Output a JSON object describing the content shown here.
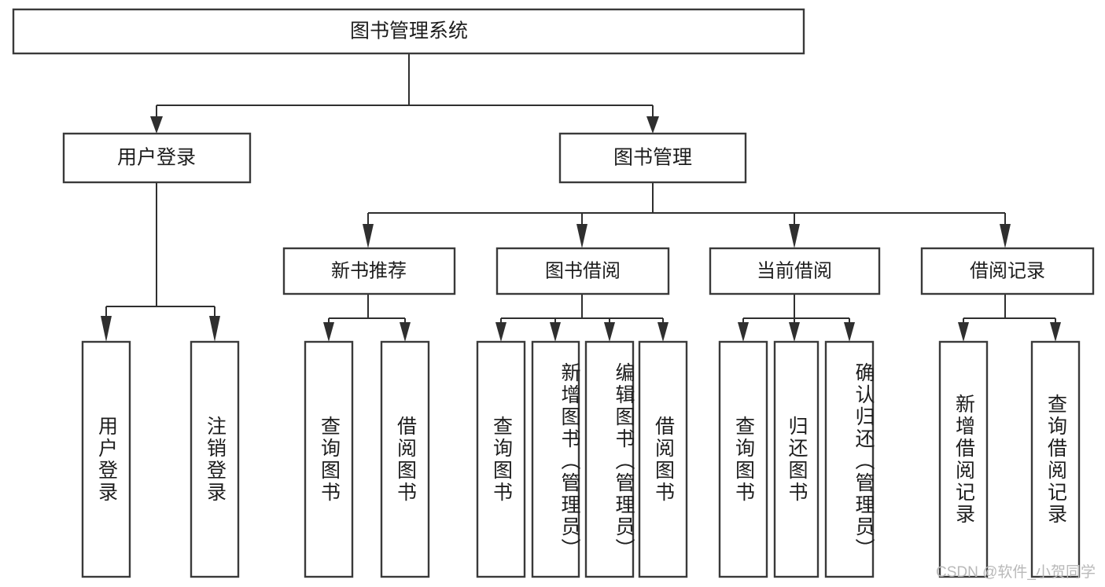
{
  "diagram": {
    "type": "tree",
    "title": "图书管理系统",
    "levels": [
      {
        "level": 1,
        "nodes": [
          {
            "id": "root",
            "label": "图书管理系统",
            "orientation": "horizontal"
          }
        ]
      },
      {
        "level": 2,
        "nodes": [
          {
            "id": "user-login",
            "label": "用户登录",
            "orientation": "horizontal",
            "parent": "root"
          },
          {
            "id": "book-manage",
            "label": "图书管理",
            "orientation": "horizontal",
            "parent": "root"
          }
        ]
      },
      {
        "level": 3,
        "nodes": [
          {
            "id": "new-book-rec",
            "label": "新书推荐",
            "orientation": "horizontal",
            "parent": "book-manage"
          },
          {
            "id": "book-borrow",
            "label": "图书借阅",
            "orientation": "horizontal",
            "parent": "book-manage"
          },
          {
            "id": "current-borrow",
            "label": "当前借阅",
            "orientation": "horizontal",
            "parent": "book-manage"
          },
          {
            "id": "borrow-record",
            "label": "借阅记录",
            "orientation": "horizontal",
            "parent": "book-manage"
          }
        ]
      },
      {
        "level": 4,
        "nodes": [
          {
            "id": "leaf-user-login",
            "label": "用户登录",
            "orientation": "vertical",
            "parent": "user-login"
          },
          {
            "id": "leaf-logout",
            "label": "注销登录",
            "orientation": "vertical",
            "parent": "user-login"
          },
          {
            "id": "leaf-query-book-1",
            "label": "查询图书",
            "orientation": "vertical",
            "parent": "new-book-rec"
          },
          {
            "id": "leaf-borrow-book-1",
            "label": "借阅图书",
            "orientation": "vertical",
            "parent": "new-book-rec"
          },
          {
            "id": "leaf-query-book-2",
            "label": "查询图书",
            "orientation": "vertical",
            "parent": "book-borrow"
          },
          {
            "id": "leaf-add-book",
            "label": "新增图书（管理员）",
            "orientation": "vertical",
            "parent": "book-borrow"
          },
          {
            "id": "leaf-edit-book",
            "label": "编辑图书（管理员）",
            "orientation": "vertical",
            "parent": "book-borrow"
          },
          {
            "id": "leaf-borrow-book-2",
            "label": "借阅图书",
            "orientation": "vertical",
            "parent": "book-borrow"
          },
          {
            "id": "leaf-query-book-3",
            "label": "查询图书",
            "orientation": "vertical",
            "parent": "current-borrow"
          },
          {
            "id": "leaf-return-book",
            "label": "归还图书",
            "orientation": "vertical",
            "parent": "current-borrow"
          },
          {
            "id": "leaf-confirm-return",
            "label": "确认归还（管理员）",
            "orientation": "vertical",
            "parent": "current-borrow"
          },
          {
            "id": "leaf-add-record",
            "label": "新增借阅记录",
            "orientation": "vertical",
            "parent": "borrow-record"
          },
          {
            "id": "leaf-query-record",
            "label": "查询借阅记录",
            "orientation": "vertical",
            "parent": "borrow-record"
          }
        ]
      }
    ],
    "colors": {
      "background": "#ffffff",
      "box_fill": "#ffffff",
      "box_stroke": "#3a3a3a",
      "connector": "#2f2f2f",
      "text": "#1d1d1d",
      "watermark": "#b9b9b9"
    }
  },
  "watermark": {
    "text": "CSDN @软件_小贺同学"
  }
}
